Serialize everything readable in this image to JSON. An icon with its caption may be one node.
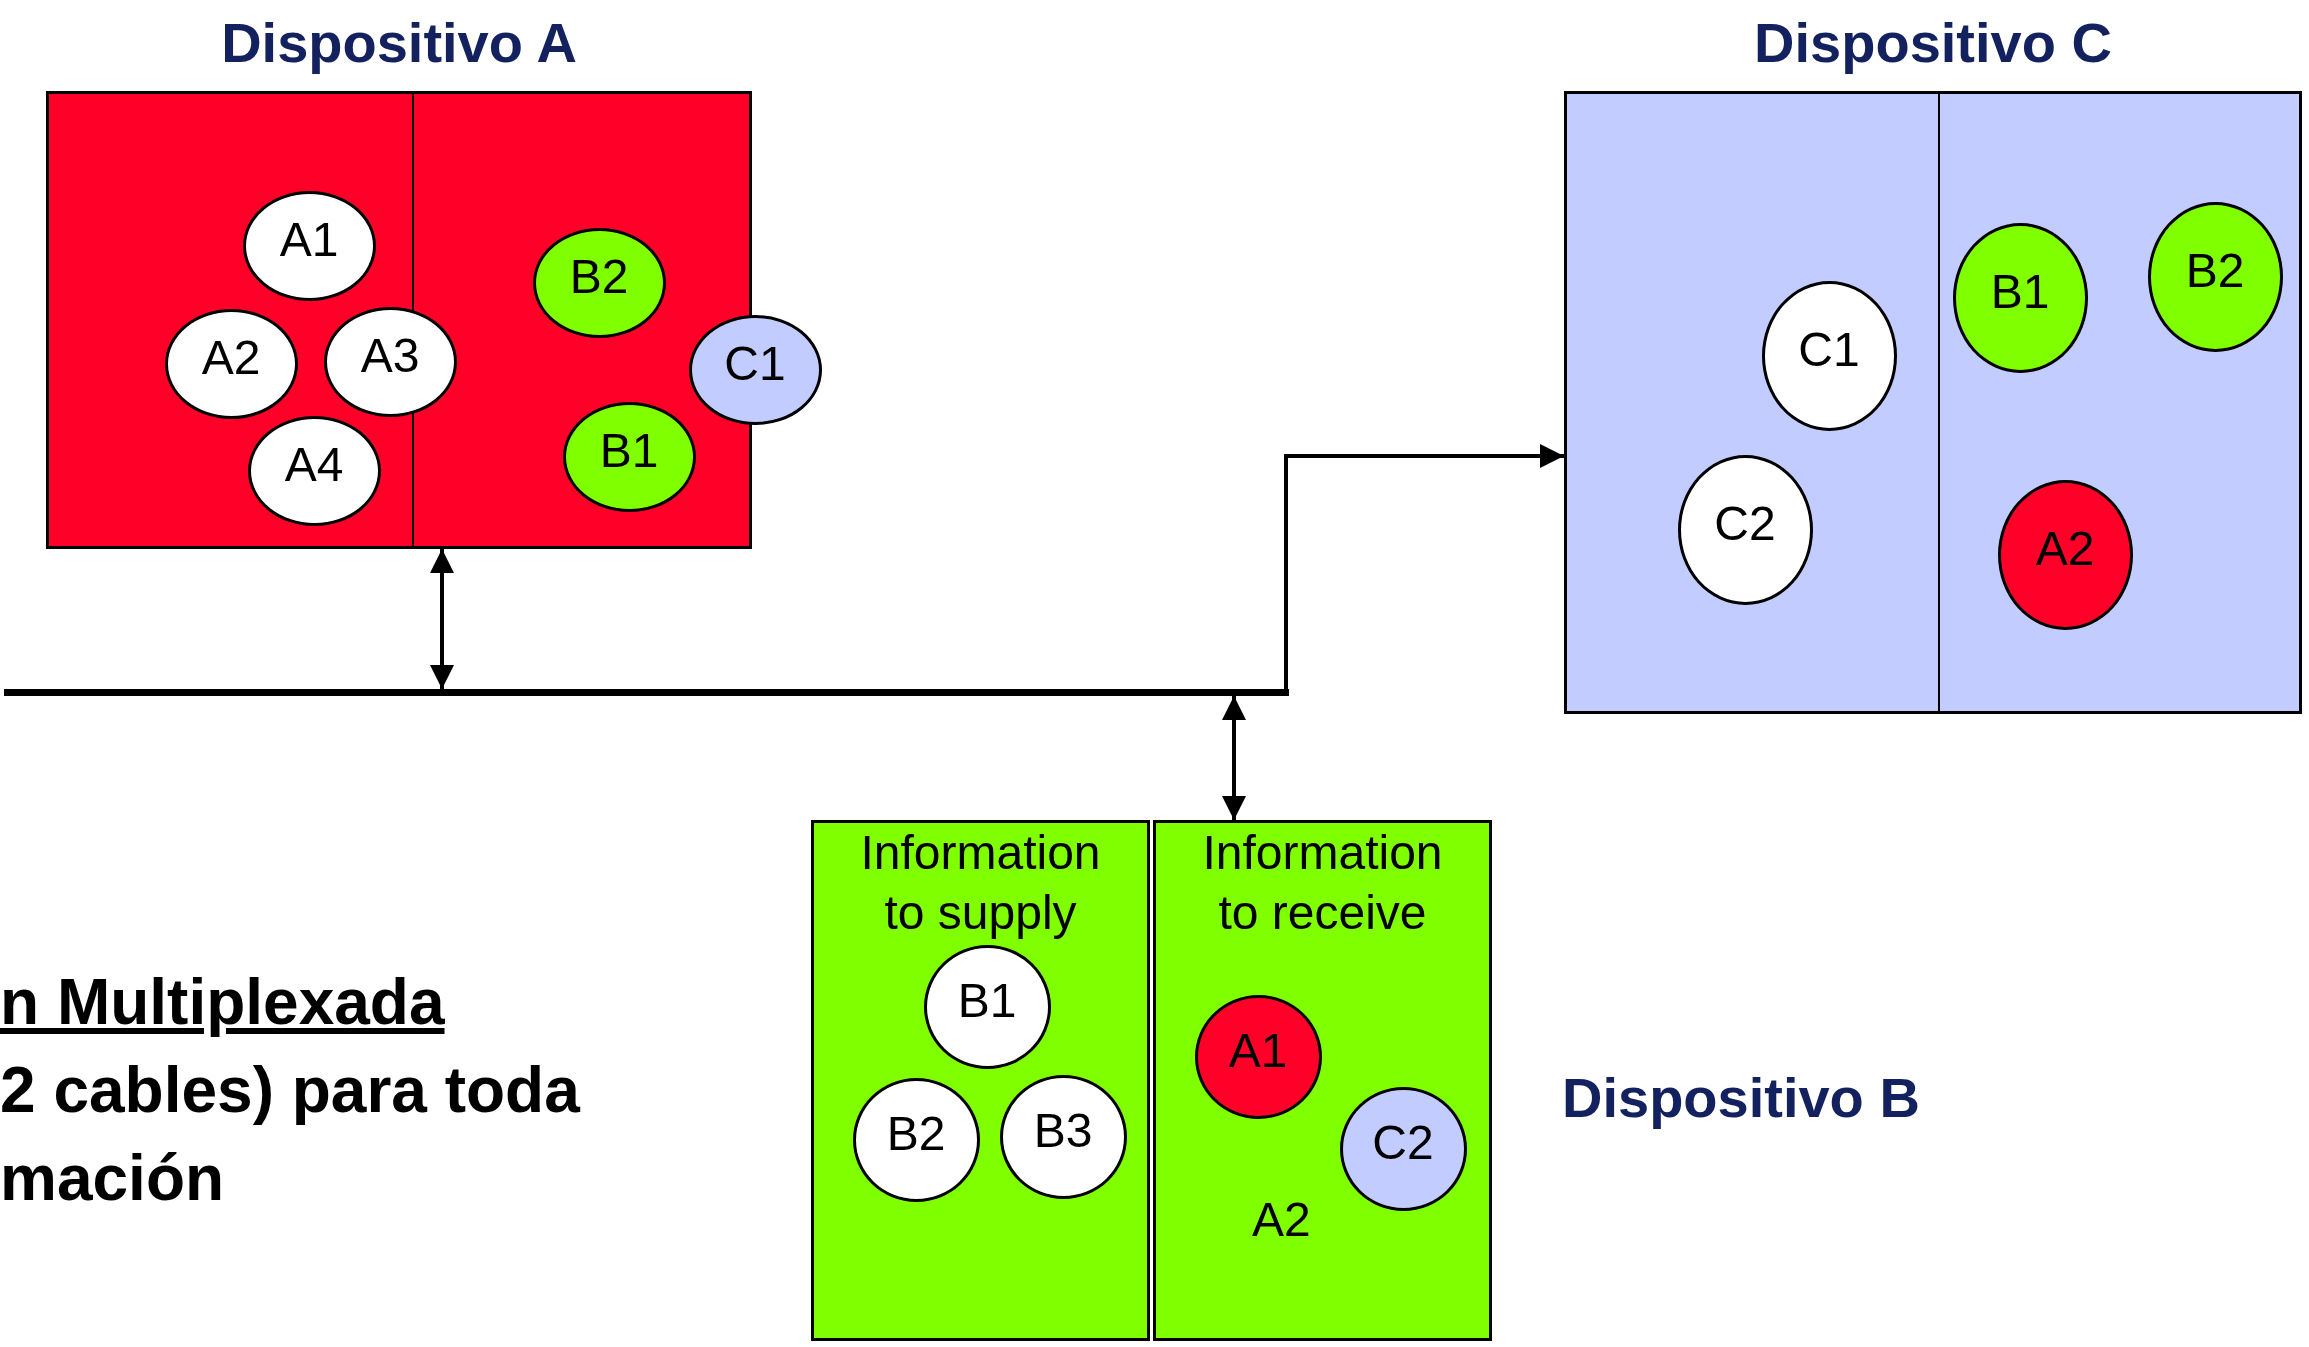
{
  "diagram": {
    "nodes": [
      {
        "text": [
          "Dispositivo A"
        ]
      },
      {
        "text": [
          "A1"
        ],
        "in": 0
      },
      {
        "text": [
          "A2"
        ],
        "in": 0
      },
      {
        "text": [
          "A3"
        ],
        "in": 0
      },
      {
        "text": [
          "A4"
        ],
        "in": 0
      },
      {
        "text": [
          "B2"
        ],
        "in": 0
      },
      {
        "text": [
          "B1"
        ],
        "in": 0
      },
      {
        "text": [
          "C1"
        ]
      },
      {
        "text": [],
        "shape": "bar"
      },
      {
        "text": [
          "Dispositivo C"
        ]
      },
      {
        "text": [
          "C1"
        ],
        "in": 9
      },
      {
        "text": [
          "C2"
        ],
        "in": 9
      },
      {
        "text": [
          "B1"
        ],
        "in": 9
      },
      {
        "text": [
          "B2"
        ],
        "in": 9
      },
      {
        "text": [
          "A2"
        ],
        "in": 9
      },
      {
        "text": [
          "Information to supply"
        ]
      },
      {
        "text": [
          "B1"
        ],
        "in": 15
      },
      {
        "text": [
          "B2"
        ],
        "in": 15
      },
      {
        "text": [
          "B3"
        ],
        "in": 15
      },
      {
        "text": [
          "Information to receive"
        ],
        "beside": [
          "Dispositivo B"
        ]
      },
      {
        "text": [
          "A1"
        ],
        "in": 19
      },
      {
        "text": [
          "C2"
        ],
        "in": 19
      }
    ],
    "edges": [
      {
        "from": 0,
        "to": 8,
        "arrow": "both"
      },
      {
        "from": 8,
        "to": 19,
        "arrow": "both"
      },
      {
        "from": 8,
        "to": 9,
        "arrow": "to"
      }
    ],
    "labels": [
      "n Multiplexada",
      "2 cables) para toda",
      "mación",
      "A2"
    ]
  }
}
